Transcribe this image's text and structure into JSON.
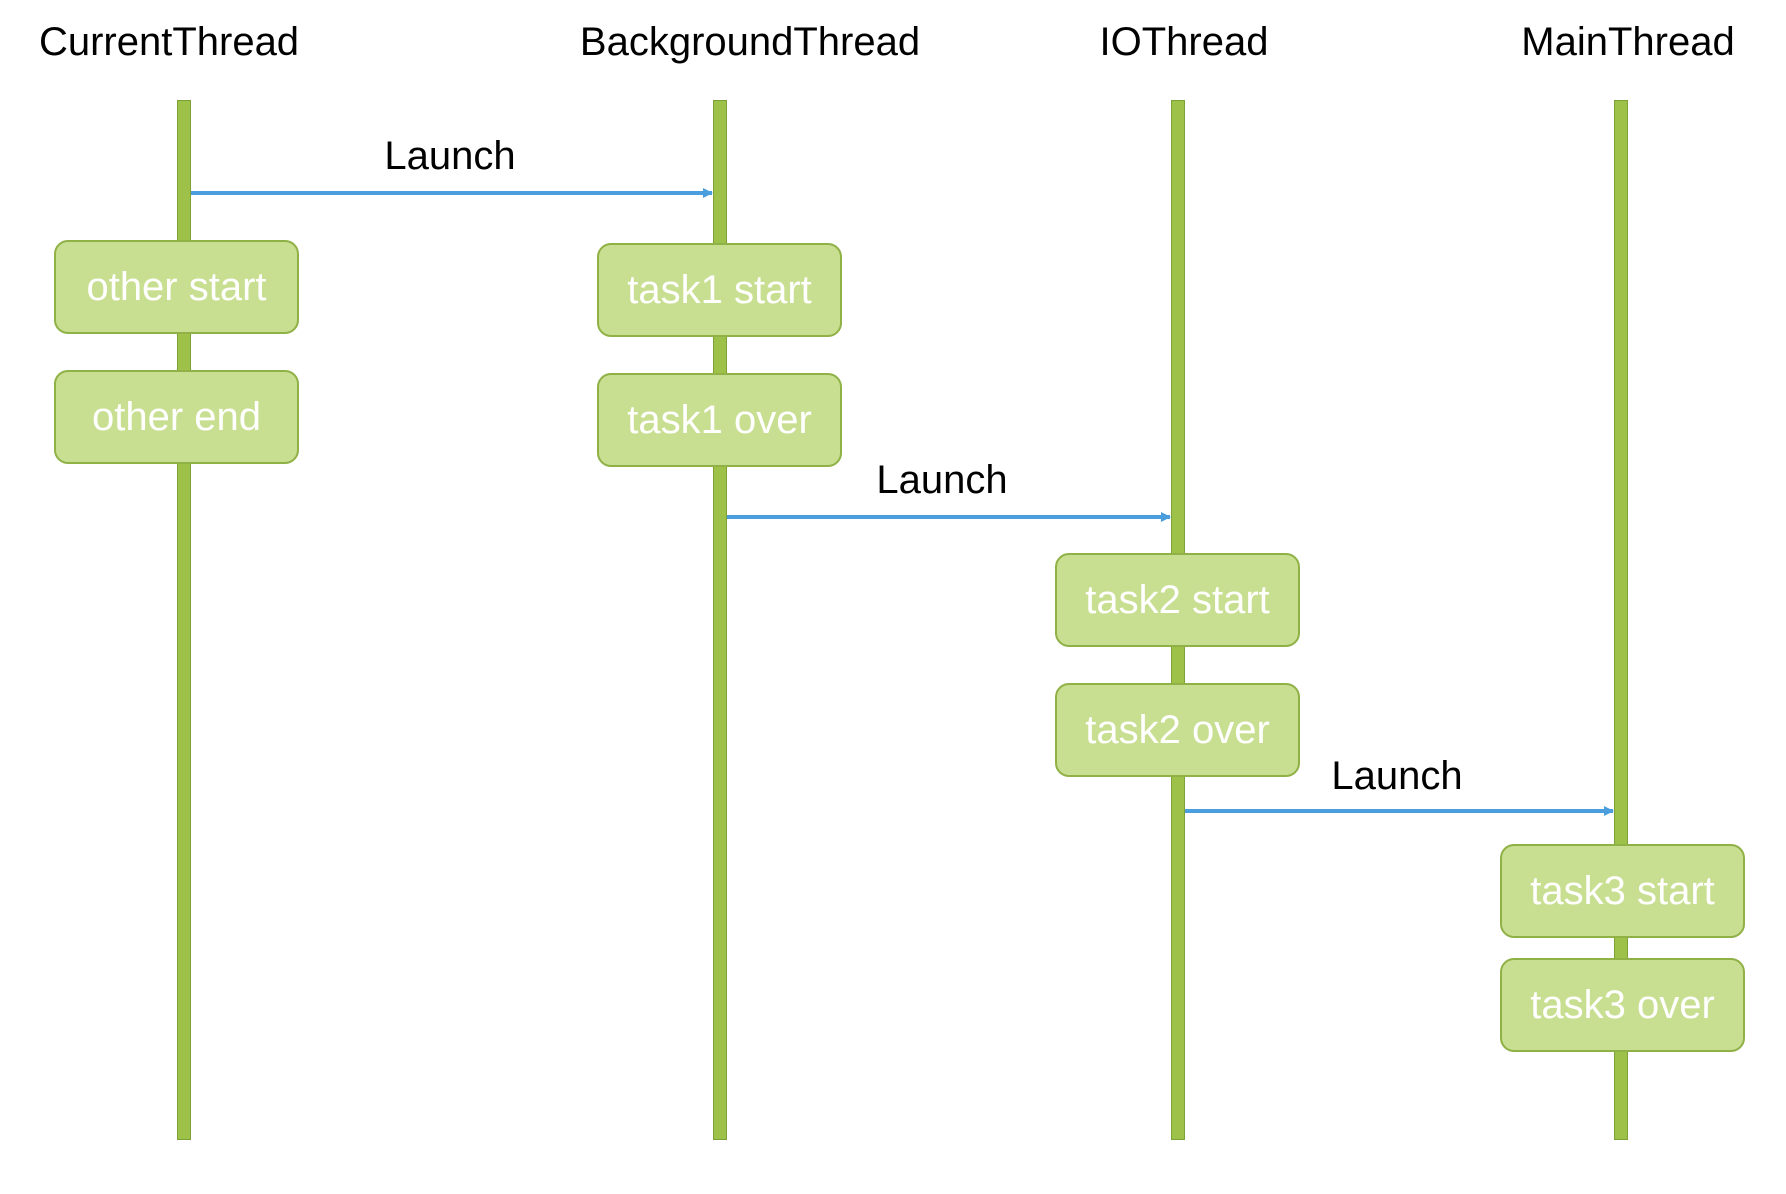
{
  "colors": {
    "lifeline": "#9ec14a",
    "box_fill": "#c8df91",
    "box_border": "#8fb146",
    "box_text": "#ffffff",
    "arrow": "#4a9ede"
  },
  "threads": [
    {
      "name": "CurrentThread"
    },
    {
      "name": "BackgroundThread"
    },
    {
      "name": "IOThread"
    },
    {
      "name": "MainThread"
    }
  ],
  "tasks": [
    {
      "thread": "CurrentThread",
      "label": "other start"
    },
    {
      "thread": "CurrentThread",
      "label": "other end"
    },
    {
      "thread": "BackgroundThread",
      "label": "task1 start"
    },
    {
      "thread": "BackgroundThread",
      "label": "task1 over"
    },
    {
      "thread": "IOThread",
      "label": "task2 start"
    },
    {
      "thread": "IOThread",
      "label": "task2 over"
    },
    {
      "thread": "MainThread",
      "label": "task3 start"
    },
    {
      "thread": "MainThread",
      "label": "task3 over"
    }
  ],
  "messages": [
    {
      "from": "CurrentThread",
      "to": "BackgroundThread",
      "label": "Launch"
    },
    {
      "from": "BackgroundThread",
      "to": "IOThread",
      "label": "Launch"
    },
    {
      "from": "IOThread",
      "to": "MainThread",
      "label": "Launch"
    }
  ]
}
